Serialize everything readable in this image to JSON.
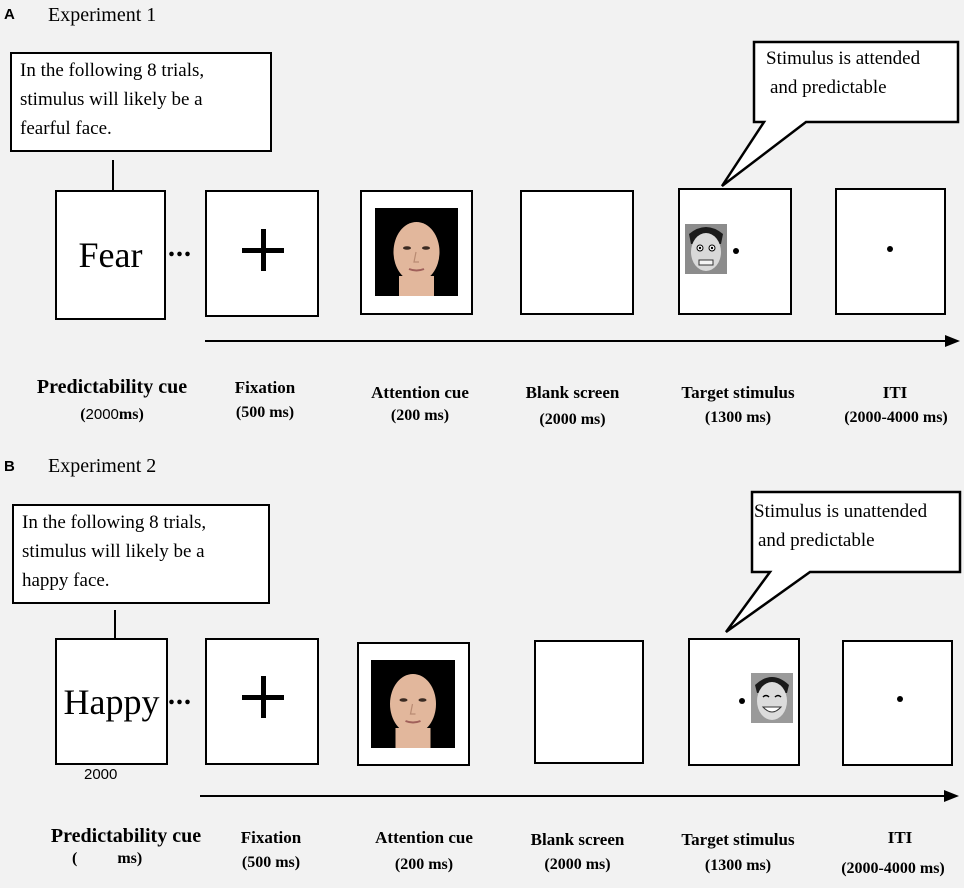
{
  "experiment1": {
    "panel": "A",
    "title": "Experiment 1",
    "instruction_lines": [
      "In the following 8 trials,",
      "stimulus will likely be a",
      "fearful face."
    ],
    "cue_word": "Fear",
    "ellipsis": "...",
    "callout_lines": [
      "Stimulus is attended",
      "and predictable"
    ],
    "steps": [
      {
        "label": "Predictability cue",
        "duration_num": "2000",
        "duration_unit": "ms"
      },
      {
        "label": "Fixation",
        "duration": "(500 ms)"
      },
      {
        "label": "Attention cue",
        "duration": "(200 ms)"
      },
      {
        "label": "Blank screen",
        "duration": "(2000 ms)"
      },
      {
        "label": "Target stimulus",
        "duration": "(1300 ms)"
      },
      {
        "label": "ITI",
        "duration": "(2000-4000 ms)"
      }
    ]
  },
  "experiment2": {
    "panel": "B",
    "title": "Experiment 2",
    "instruction_lines": [
      "In the following 8 trials,",
      "stimulus will likely be a",
      "happy face."
    ],
    "cue_word": "Happy",
    "ellipsis": "...",
    "below_cue_number": "2000",
    "callout_lines": [
      "Stimulus is unattended",
      "and predictable"
    ],
    "steps": [
      {
        "label": "Predictability cue",
        "duration_unit": "ms"
      },
      {
        "label": "Fixation",
        "duration": "(500 ms)"
      },
      {
        "label": "Attention cue",
        "duration": "(200 ms)"
      },
      {
        "label": "Blank screen",
        "duration": "(2000 ms)"
      },
      {
        "label": "Target stimulus",
        "duration": "(1300 ms)"
      },
      {
        "label": "ITI",
        "duration": "(2000-4000 ms)"
      }
    ]
  },
  "colors": {
    "background": "#f2f2f2",
    "frame": "#ffffff",
    "ink": "#000000",
    "skin": "#e2b79c"
  },
  "icons": [
    "face-photo-icon",
    "fearful-face-icon",
    "happy-face-icon",
    "fixation-cross-icon",
    "time-arrow-icon"
  ]
}
